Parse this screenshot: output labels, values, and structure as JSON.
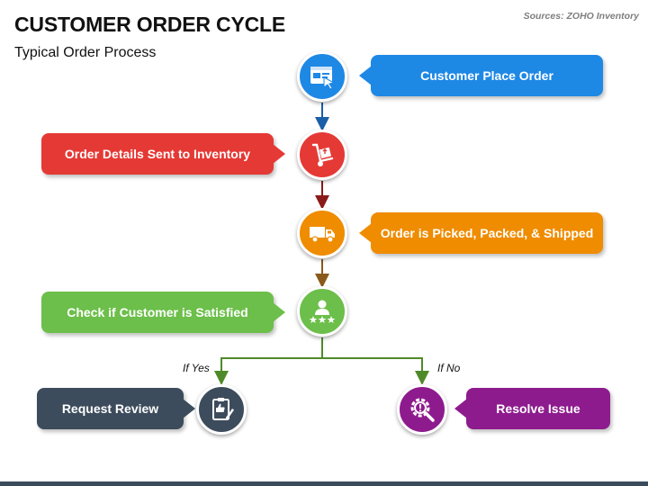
{
  "header": {
    "title": "CUSTOMER ORDER CYCLE",
    "subtitle": "Typical Order Process",
    "source": "Sources: ZOHO Inventory"
  },
  "steps": [
    {
      "label": "Customer Place Order",
      "color": "#1e88e5",
      "icon": "browser-click-icon"
    },
    {
      "label": "Order Details Sent to Inventory",
      "color": "#e53935",
      "icon": "hand-truck-box-icon"
    },
    {
      "label": "Order is Picked, Packed, & Shipped",
      "color": "#ef8c00",
      "icon": "delivery-truck-icon"
    },
    {
      "label": "Check if Customer is Satisfied",
      "color": "#6cbf4a",
      "icon": "customer-stars-icon"
    }
  ],
  "branches": {
    "yes": {
      "branch_label": "If Yes",
      "label": "Request Review",
      "color": "#3d4c5c",
      "icon": "review-thumbs-up-icon"
    },
    "no": {
      "branch_label": "If No",
      "label": "Resolve Issue",
      "color": "#8e1b8e",
      "icon": "gear-search-icon"
    }
  },
  "connector_colors": {
    "step1_to_2": "#1a5fa8",
    "step2_to_3": "#8b1a1a",
    "step3_to_4": "#8a5a1a",
    "branches": "#4f8a2a"
  }
}
